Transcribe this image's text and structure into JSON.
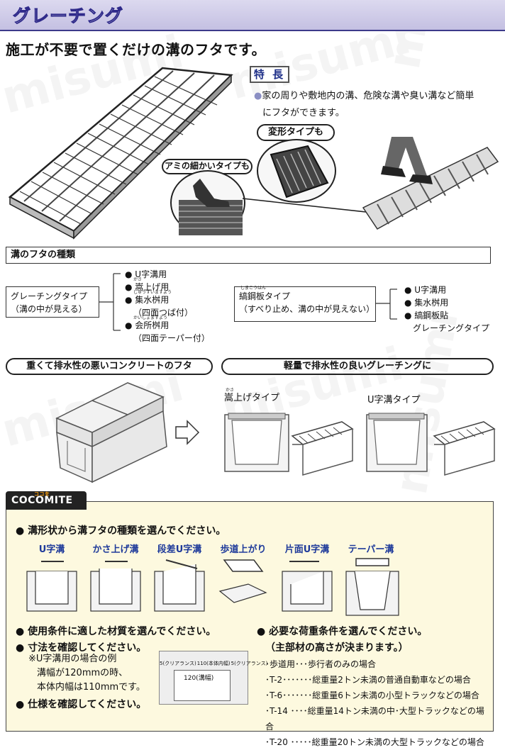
{
  "header": {
    "title": "グレーチング"
  },
  "subtitle": "施工が不要で置くだけの溝のフタです。",
  "features": {
    "heading": "特 長",
    "text_line1": "家の周りや敷地内の溝、危険な溝や臭い溝など簡単",
    "text_line2": "にフタができます。",
    "bubble_deform": "変形タイプも",
    "bubble_mesh": "アミの細かいタイプも"
  },
  "lid_types": {
    "heading": "溝のフタの種類",
    "grating": {
      "name": "グレーチングタイプ",
      "note": "（溝の中が見える）",
      "items": [
        {
          "label": "U字溝用",
          "ruby": ""
        },
        {
          "label": "嵩上げ用",
          "ruby": "かさ"
        },
        {
          "label": "集水桝用",
          "ruby": "しゅうすいますよう"
        },
        {
          "label": "（四面つば付）",
          "ruby": ""
        },
        {
          "label": "会所桝用",
          "ruby": "かいしょますよう"
        },
        {
          "label": "（四面テーパー付）",
          "ruby": ""
        }
      ]
    },
    "checker": {
      "name": "縞鋼板タイプ",
      "ruby": "しまこうはん",
      "note": "（すべり止め、溝の中が見えない）",
      "items": [
        "U字溝用",
        "集水桝用",
        "縞鋼板貼",
        "グレーチングタイプ"
      ]
    }
  },
  "compare": {
    "left_label": "重くて排水性の悪いコンクリートのフタ",
    "right_label": "軽量で排水性の良いグレーチングに",
    "type_kasa": "嵩上げタイプ",
    "type_kasa_ruby": "かさ",
    "type_u": "U字溝タイプ"
  },
  "cocomite": {
    "tag": "COCOMITE",
    "tag_small": "ココを",
    "step1": "溝形状から溝フタの種類を選んでください。",
    "types": [
      "U字溝",
      "かさ上げ溝",
      "段差U字溝",
      "歩道上がり",
      "片面U字溝",
      "テーパー溝"
    ],
    "step2": "使用条件に適した材質を選んでください。",
    "step3": "寸法を確認してください。",
    "note1": "※U字溝用の場合の例",
    "note2": "溝幅が120mmの時、",
    "note3": "本体内幅は110mmです。",
    "step4": "仕様を確認してください。",
    "dim_left": "5(クリアランス)",
    "dim_mid": "110(本体内幅)",
    "dim_right": "5(クリアランス)",
    "dim_width": "120(溝幅)",
    "load_heading": "必要な荷重条件を選んでください。",
    "load_sub": "（主部材の高さが決まります。）",
    "loads": [
      "･歩道用･･･歩行者のみの場合",
      "･T-2･･･････総重量2トン未満の普通自動車などの場合",
      "･T-6･･･････総重量6トン未満の小型トラックなどの場合",
      "･T-14 ････総重量14トン未満の中･大型トラックなどの場合",
      "･T-20 ･････総重量20トン未満の大型トラックなどの場合"
    ]
  },
  "watermark": "misumi",
  "colors": {
    "accent": "#2f2a8a",
    "header_bg": "#cfcbe8",
    "cocomite_bg": "#fdf9df",
    "type_label": "#1e3a9a"
  }
}
